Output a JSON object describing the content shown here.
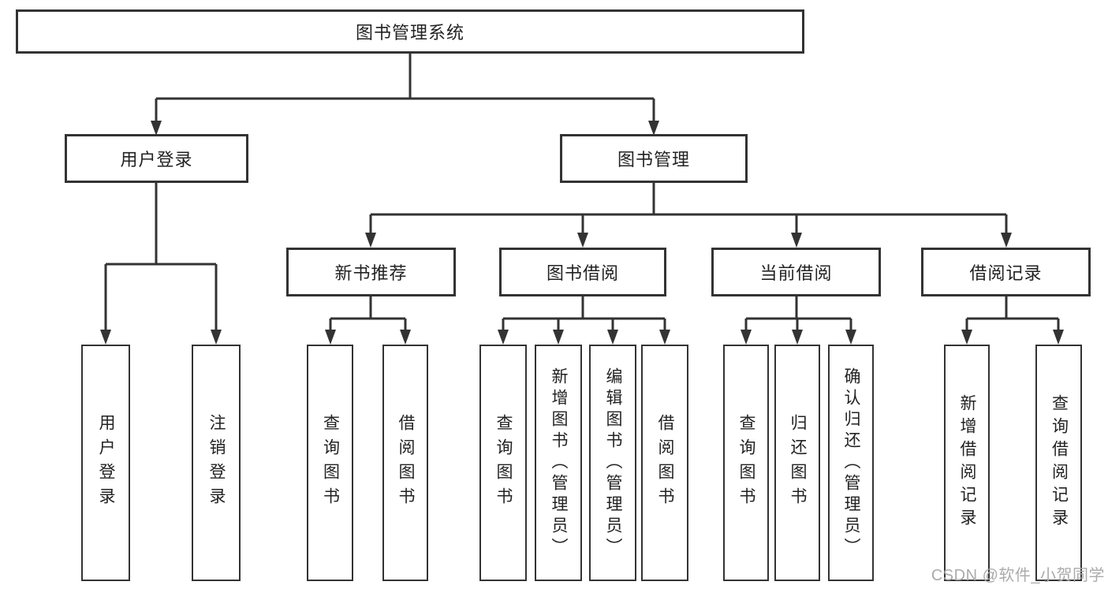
{
  "diagram": {
    "title": "图书管理系统",
    "type": "hierarchy-tree",
    "nodes": [
      {
        "id": "system-root",
        "label": "图书管理系统",
        "parent": null
      },
      {
        "id": "user-login",
        "label": "用户登录",
        "parent": "system-root"
      },
      {
        "id": "book-management",
        "label": "图书管理",
        "parent": "system-root"
      },
      {
        "id": "new-book-recommend",
        "label": "新书推荐",
        "parent": "book-management"
      },
      {
        "id": "book-borrow",
        "label": "图书借阅",
        "parent": "book-management"
      },
      {
        "id": "current-borrow",
        "label": "当前借阅",
        "parent": "book-management"
      },
      {
        "id": "borrow-records",
        "label": "借阅记录",
        "parent": "book-management"
      },
      {
        "id": "leaf-user-login",
        "label": "用户登录",
        "parent": "user-login"
      },
      {
        "id": "leaf-logout",
        "label": "注销登录",
        "parent": "user-login"
      },
      {
        "id": "leaf-query-book-a",
        "label": "查询图书",
        "parent": "new-book-recommend"
      },
      {
        "id": "leaf-borrow-book-a",
        "label": "借阅图书",
        "parent": "new-book-recommend"
      },
      {
        "id": "leaf-query-book-b",
        "label": "查询图书",
        "parent": "book-borrow"
      },
      {
        "id": "leaf-add-book-admin",
        "label": "新增图书（管理员）",
        "parent": "book-borrow"
      },
      {
        "id": "leaf-edit-book-admin",
        "label": "编辑图书（管理员）",
        "parent": "book-borrow"
      },
      {
        "id": "leaf-borrow-book-b",
        "label": "借阅图书",
        "parent": "book-borrow"
      },
      {
        "id": "leaf-query-book-c",
        "label": "查询图书",
        "parent": "current-borrow"
      },
      {
        "id": "leaf-return-book",
        "label": "归还图书",
        "parent": "current-borrow"
      },
      {
        "id": "leaf-confirm-return",
        "label": "确认归还（管理员）",
        "parent": "current-borrow"
      },
      {
        "id": "leaf-add-borrow-rec",
        "label": "新增借阅记录",
        "parent": "borrow-records"
      },
      {
        "id": "leaf-query-borrow-rec",
        "label": "查询借阅记录",
        "parent": "borrow-records"
      }
    ],
    "colors": {
      "line": "#333333",
      "box_border": "#333333",
      "text": "#222222",
      "background": "#ffffff"
    }
  },
  "watermark": {
    "text": "CSDN @软件_小贺同学",
    "color": "#ababab"
  }
}
